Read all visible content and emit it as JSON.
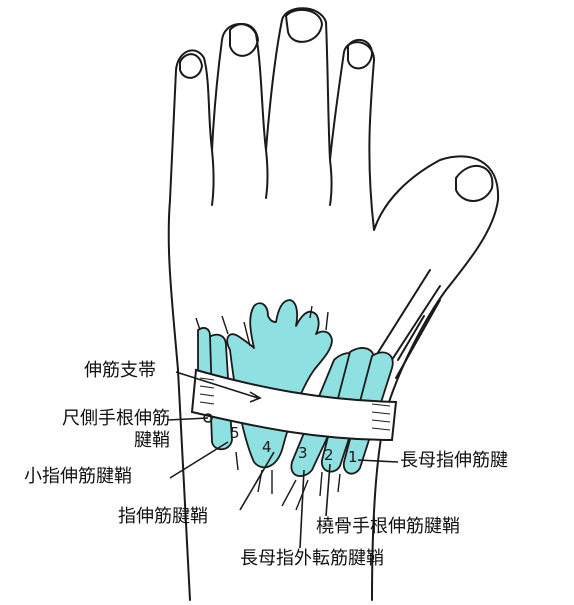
{
  "diagram": {
    "colors": {
      "sheath": "#8fe0e0",
      "outline": "#1a1a1a",
      "background": "#ffffff"
    },
    "labels": {
      "extensor_retinaculum": "伸筋支帯",
      "ecu_sheath_line1": "尺側手根伸筋",
      "ecu_sheath_line2": "腱鞘",
      "edm_sheath": "小指伸筋腱鞘",
      "ed_sheath": "指伸筋腱鞘",
      "epl_tendon": "長母指伸筋腱",
      "ecr_sheath": "橈骨手根伸筋腱鞘",
      "apl_sheath": "長母指外転筋腱鞘"
    },
    "compartment_numbers": [
      "1",
      "2",
      "3",
      "4",
      "5"
    ]
  }
}
